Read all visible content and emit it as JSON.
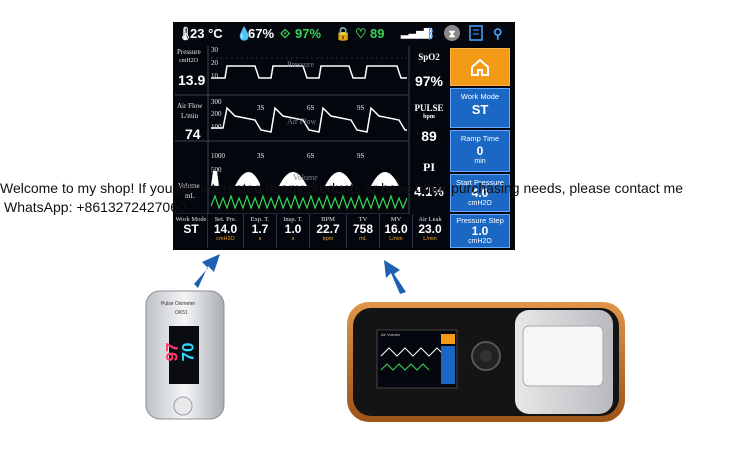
{
  "status_bar": {
    "temperature": "23 °C",
    "humidity": "67%",
    "o2": "97%",
    "heart_rate": "89",
    "colors": {
      "green": "#39d353",
      "white": "#ffffff"
    }
  },
  "waveforms": {
    "pressure": {
      "label": "Pressure",
      "unit": "cmH2O",
      "value": "13.9",
      "scale": [
        "30",
        "20",
        "10"
      ],
      "title": "Pressure"
    },
    "airflow": {
      "label": "Air Flow",
      "unit": "L/min",
      "value": "74",
      "scale": [
        "300",
        "200",
        "100"
      ],
      "title": "Air Flow",
      "ticks": [
        "3S",
        "6S",
        "9S"
      ]
    },
    "volume": {
      "label": "Volume",
      "unit": "mL",
      "scale": [
        "1000",
        "500"
      ],
      "title": "Volume",
      "ticks": [
        "3S",
        "6S",
        "9S"
      ]
    }
  },
  "right_values": {
    "spo2_label": "SpO2",
    "spo2_value": "97%",
    "pulse_label": "PULSE",
    "pulse_unit": "bpm",
    "pulse_value": "89",
    "pi_label": "PI",
    "pi_value": "4.1%"
  },
  "side_panel": [
    {
      "title": "Work Mode",
      "value": "ST",
      "unit": ""
    },
    {
      "title": "Ramp Time",
      "value": "0",
      "unit": "min"
    },
    {
      "title": "Start Pressure",
      "value": "4.0",
      "unit": "cmH2O"
    },
    {
      "title": "Pressure Step",
      "value": "1.0",
      "unit": "cmH2O"
    }
  ],
  "bottom_bar": [
    {
      "header": "Work Mode",
      "value": "ST",
      "unit": ""
    },
    {
      "header": "Set. Pre.",
      "value": "14.0",
      "unit": "cmH2O"
    },
    {
      "header": "Exp. T.",
      "value": "1.7",
      "unit": "s"
    },
    {
      "header": "Insp. T.",
      "value": "1.0",
      "unit": "s"
    },
    {
      "header": "BPM",
      "value": "22.7",
      "unit": "bpm"
    },
    {
      "header": "TV",
      "value": "758",
      "unit": "mL"
    },
    {
      "header": "MV",
      "value": "16.0",
      "unit": "L/min"
    },
    {
      "header": "Air Leak",
      "value": "23.0",
      "unit": "L/min"
    }
  ],
  "overlay": {
    "line1": "Welcome to my shop! If you are interested in any products or have other purchasing needs, please contact me",
    "line2": "WhatsApp: +8613272427060"
  },
  "oximeter": {
    "brand": "Pulse Oximeter",
    "model": "OK51",
    "spo2": "97",
    "pulse": "70"
  },
  "device": {
    "screen_title": "Air Volume"
  },
  "colors": {
    "arrow": "#1d5fb3",
    "side_button": "#1a67c4",
    "home_button": "#f39a17",
    "device_trim": "#c8742c"
  }
}
